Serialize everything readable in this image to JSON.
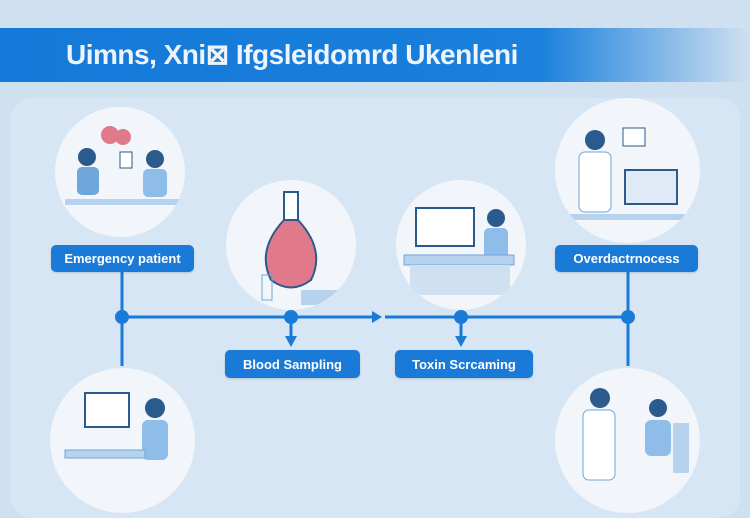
{
  "header": {
    "title": "Uimns, Xni⊠ Ifgsleidomrd Ukenleni"
  },
  "steps": [
    {
      "label": "Emergency patient"
    },
    {
      "label": "Blood Sampling"
    },
    {
      "label": "Toxin Scrcaming"
    },
    {
      "label": "Overdactrnocess"
    }
  ],
  "colors": {
    "accent": "#1a7ad8",
    "background": "#cfe1f0",
    "blood": "#e07a8a"
  }
}
